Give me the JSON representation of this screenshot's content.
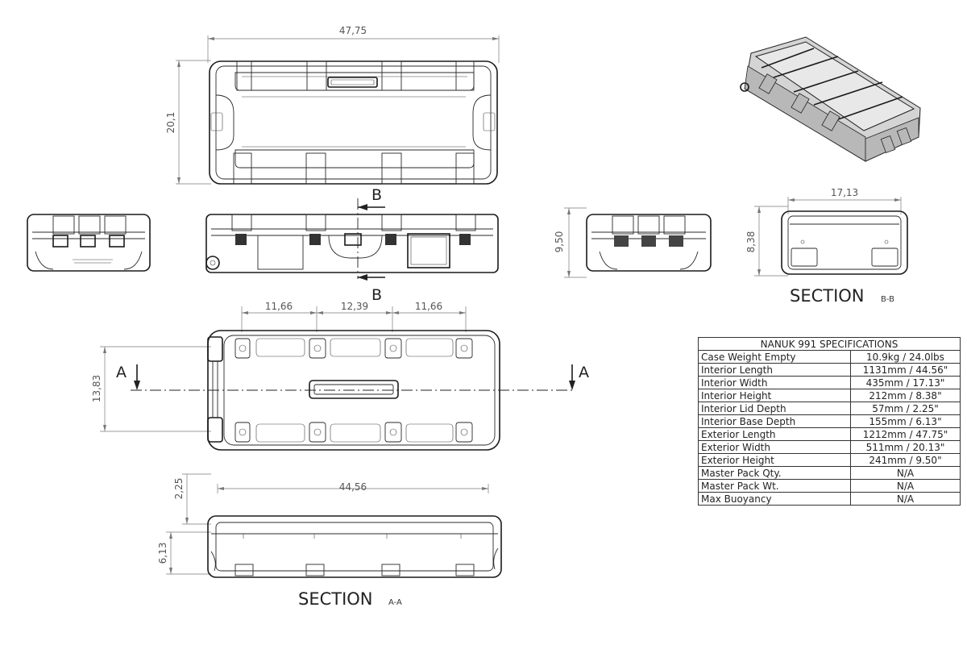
{
  "drawing": {
    "dimensions": {
      "exterior_length": "47,75",
      "exterior_width": "20,1",
      "exterior_height": "9,50",
      "section_width": "17,13",
      "section_height": "8,38",
      "latch_spacing_left": "11,66",
      "latch_spacing_center": "12,39",
      "latch_spacing_right": "11,66",
      "interior_width": "13,83",
      "interior_length": "44,56",
      "lid_depth": "2,25",
      "base_depth": "6,13"
    },
    "cut_labels": {
      "b_top": "B",
      "b_bottom": "B",
      "a_left": "A",
      "a_right": "A"
    },
    "section_b": {
      "title": "SECTION",
      "suffix": "B-B"
    },
    "section_a": {
      "title": "SECTION",
      "suffix": "A-A"
    }
  },
  "specs": {
    "title": "NANUK 991 SPECIFICATIONS",
    "rows": [
      {
        "label": "Case Weight Empty",
        "value": "10.9kg / 24.0lbs"
      },
      {
        "label": "Interior Length",
        "value": "1131mm / 44.56\""
      },
      {
        "label": "Interior Width",
        "value": "435mm / 17.13\""
      },
      {
        "label": "Interior Height",
        "value": "212mm / 8.38\""
      },
      {
        "label": "Interior Lid Depth",
        "value": "57mm / 2.25\""
      },
      {
        "label": "Interior Base Depth",
        "value": "155mm / 6.13\""
      },
      {
        "label": "Exterior Length",
        "value": "1212mm / 47.75\""
      },
      {
        "label": "Exterior Width",
        "value": "511mm / 20.13\""
      },
      {
        "label": "Exterior Height",
        "value": "241mm / 9.50\""
      },
      {
        "label": "Master Pack Qty.",
        "value": "N/A"
      },
      {
        "label": "Master Pack Wt.",
        "value": "N/A"
      },
      {
        "label": "Max Buoyancy",
        "value": "N/A"
      }
    ]
  }
}
